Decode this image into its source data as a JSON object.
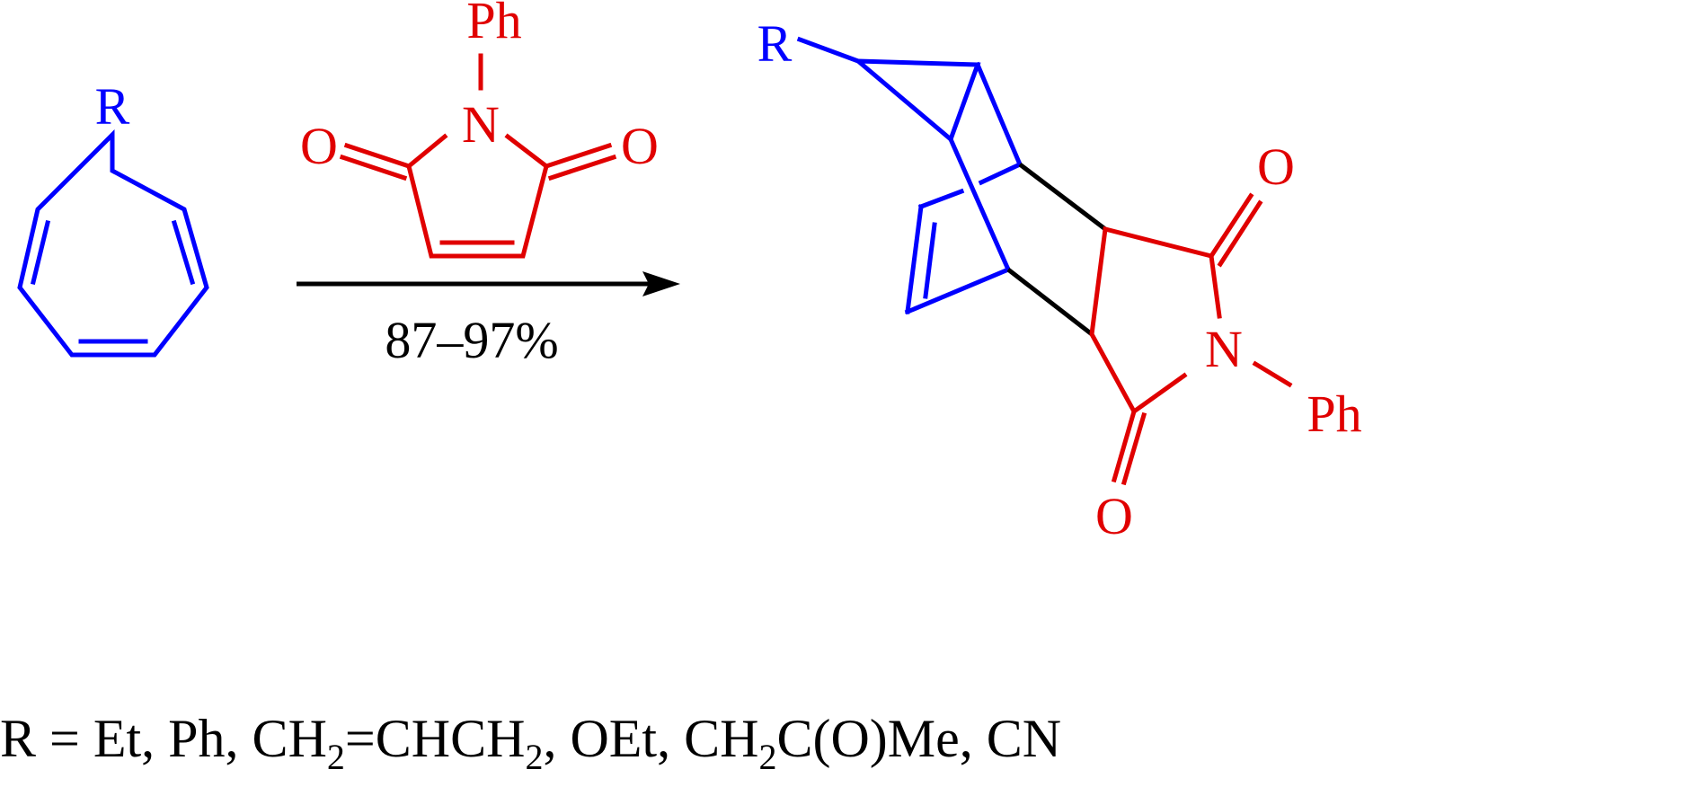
{
  "colors": {
    "reactant_cycloheptatriene": "#0000ff",
    "maleimide": "#e00000",
    "new_bonds": "#000000"
  },
  "reactant": {
    "substituent": "R"
  },
  "reagent": {
    "n_substituent": "Ph",
    "n_atom": "N",
    "oxygen_left": "O",
    "oxygen_right": "O"
  },
  "arrow": {
    "yield": "87–97%"
  },
  "product": {
    "substituent": "R",
    "oxygen_top": "O",
    "oxygen_bottom": "O",
    "n_atom": "N",
    "n_substituent": "Ph"
  },
  "caption": {
    "prefix": "R = Et, Ph, CH",
    "sub1": "2",
    "mid1": "=CHCH",
    "sub2": "2",
    "mid2": ", OEt, CH",
    "sub3": "2",
    "suffix": "C(O)Me, CN"
  }
}
